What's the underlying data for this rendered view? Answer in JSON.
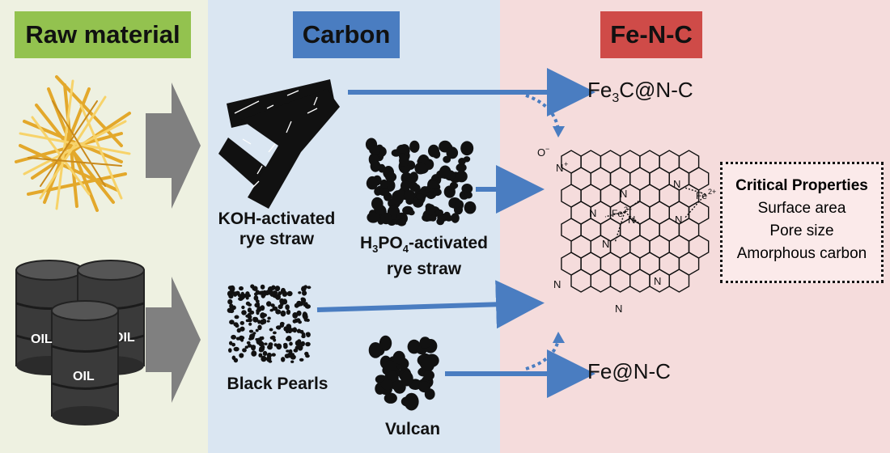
{
  "headers": {
    "raw": "Raw material",
    "carbon": "Carbon",
    "fenc": "Fe-N-C"
  },
  "labels": {
    "koh_line1": "KOH-activated",
    "koh_line2": "rye straw",
    "h3po4_formula": [
      "H",
      "3",
      "PO",
      "4",
      "-activated"
    ],
    "h3po4_line2": "rye straw",
    "black_pearls": "Black Pearls",
    "vulcan": "Vulcan",
    "oil": "OIL"
  },
  "products": {
    "top": [
      "Fe",
      "3",
      "C@N-C"
    ],
    "bottom": "Fe@N-C"
  },
  "structure": {
    "n_oxide": "N",
    "o_minus": "O",
    "nitrogen": "N",
    "fe_center": "Fe",
    "fe_side": "Fe",
    "charge": "2+",
    "plus": "+",
    "minus": "−"
  },
  "critical_properties": {
    "title": "Critical Properties",
    "items": [
      "Surface area",
      "Pore size",
      "Amorphous carbon"
    ]
  },
  "colors": {
    "raw_header": "#93c24f",
    "carbon_header": "#4a7dc1",
    "fenc_header": "#cf4b48",
    "arrow_blue": "#4a7dc1",
    "arrow_gray": "#808080"
  }
}
